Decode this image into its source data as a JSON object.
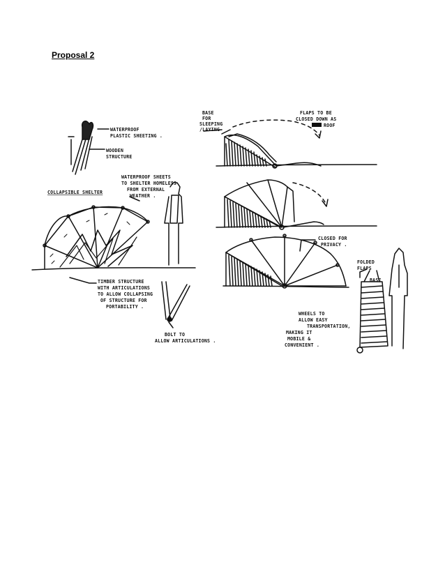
{
  "page": {
    "heading": "Proposal 2"
  },
  "sketch_labels": {
    "waterproof": "WATERPROOF",
    "plastic_sheeting": "PLASTIC SHEETING .",
    "wooden": "WOODEN",
    "structure": "STRUCTURE",
    "wp_sheets_1": "WATERPROOF SHEETS",
    "wp_sheets_2": "TO SHELTER HOMELESS",
    "wp_sheets_3": "FROM EXTERNAL",
    "wp_sheets_4": "WEATHER .",
    "collapsible_shelter": "COLLAPSIBLE SHELTER",
    "timber_1": "TIMBER STRUCTURE",
    "timber_2": "WITH ARTICULATIONS",
    "timber_3": "TO ALLOW COLLAPSING",
    "timber_4": "OF STRUCTURE FOR",
    "timber_5": "PORTABILITY .",
    "bolt_1": "BOLT TO",
    "bolt_2": "ALLOW ARTICULATIONS .",
    "base_1": "BASE",
    "base_2": "FOR",
    "base_3": "SLEEPING",
    "base_4": "/LAYING",
    "flaps_1": "FLAPS TO BE",
    "flaps_2": "CLOSED DOWN AS",
    "flaps_3": "ROOF",
    "closed_1": "CLOSED FOR",
    "closed_2": "PRIVACY .",
    "folded_1": "FOLDED",
    "folded_2": "FLAPS",
    "base_small": "BASE",
    "wheels_1": "WHEELS TO",
    "wheels_2": "ALLOW EASY",
    "wheels_3": "TRANSPORTATION,",
    "wheels_4": "MAKING IT",
    "wheels_5": "MOBILE &",
    "wheels_6": "CONVENIENT ."
  }
}
